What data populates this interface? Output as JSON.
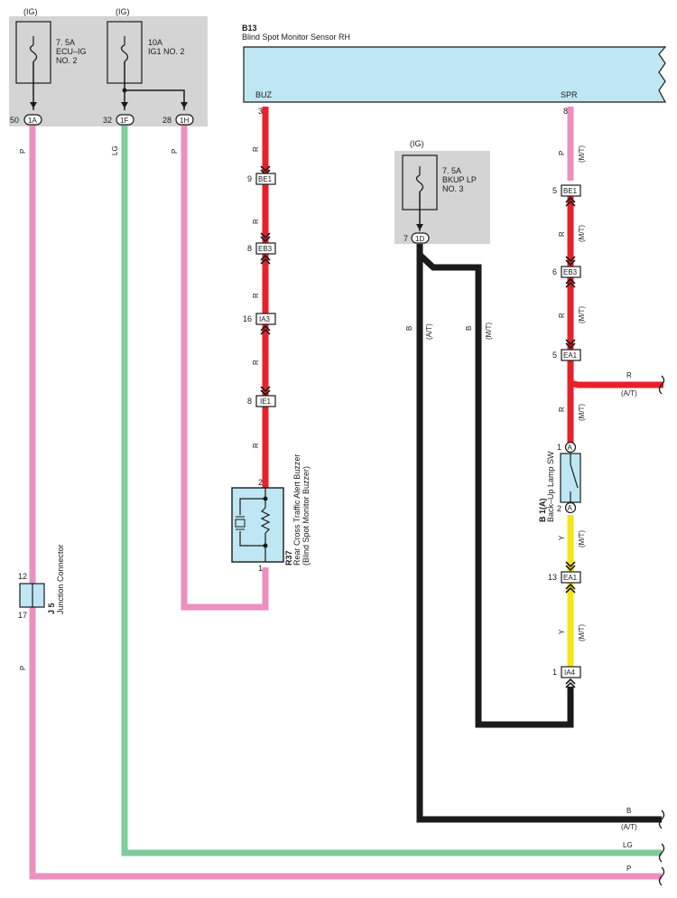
{
  "colors": {
    "pink": "#ee8fbf",
    "green": "#7dcc9c",
    "red": "#e8202a",
    "black": "#1a1a1a",
    "yellow": "#f7e416",
    "fuse_box": "#d4d4d4",
    "sensor_box": "#bfe6f3"
  },
  "fuses": [
    {
      "ig": "(IG)",
      "name": "7. 5A\nECU–IG\nNO. 2"
    },
    {
      "ig": "(IG)",
      "name": "10A\nIG1 NO. 2"
    },
    {
      "ig": "(IG)",
      "name": "7. 5A\nBKUP LP\nNO. 3"
    }
  ],
  "sensor": {
    "code": "B13",
    "name": "Blind Spot Monitor Sensor RH",
    "pin_buz": "BUZ",
    "pin_spr": "SPR",
    "pin_buz_no": "3",
    "pin_spr_no": "8"
  },
  "connectors": {
    "c1A": {
      "label": "1A",
      "pin": "50"
    },
    "c1F": {
      "label": "1F",
      "pin": "32"
    },
    "c1H": {
      "label": "1H",
      "pin": "28"
    },
    "c1D": {
      "label": "1D",
      "pin": "7"
    },
    "be1_buz": {
      "label": "BE1",
      "pin": "9"
    },
    "eb3_buz": {
      "label": "EB3",
      "pin": "8"
    },
    "ia3": {
      "label": "IA3",
      "pin": "16"
    },
    "ie1": {
      "label": "IE1",
      "pin": "8"
    },
    "be1_spr": {
      "label": "BE1",
      "pin": "5"
    },
    "eb3_spr": {
      "label": "EB3",
      "pin": "6"
    },
    "ea1_upper": {
      "label": "EA1",
      "pin": "5"
    },
    "ea1_lower": {
      "label": "EA1",
      "pin": "13"
    },
    "ia4": {
      "label": "IA4",
      "pin": "1"
    }
  },
  "buzzer": {
    "code": "R37",
    "name": "Rear Cross Traffic Alert Buzzer",
    "sub": "(Blind Spot Monitor Buzzer)",
    "pin_top": "2",
    "pin_bottom": "1"
  },
  "switch": {
    "code": "B 1(A)",
    "name": "Back–Up Lamp SW",
    "pin_top": "1",
    "pin_bottom": "2",
    "terminal": "A"
  },
  "junction": {
    "code": "J 5",
    "name": "Junction Connector",
    "pin_top": "12",
    "pin_bottom": "17"
  },
  "wire_labels": {
    "p": "P",
    "lg": "LG",
    "r": "R",
    "b": "B",
    "y": "Y",
    "at": "(A/T)",
    "mt": "(M/T)"
  }
}
